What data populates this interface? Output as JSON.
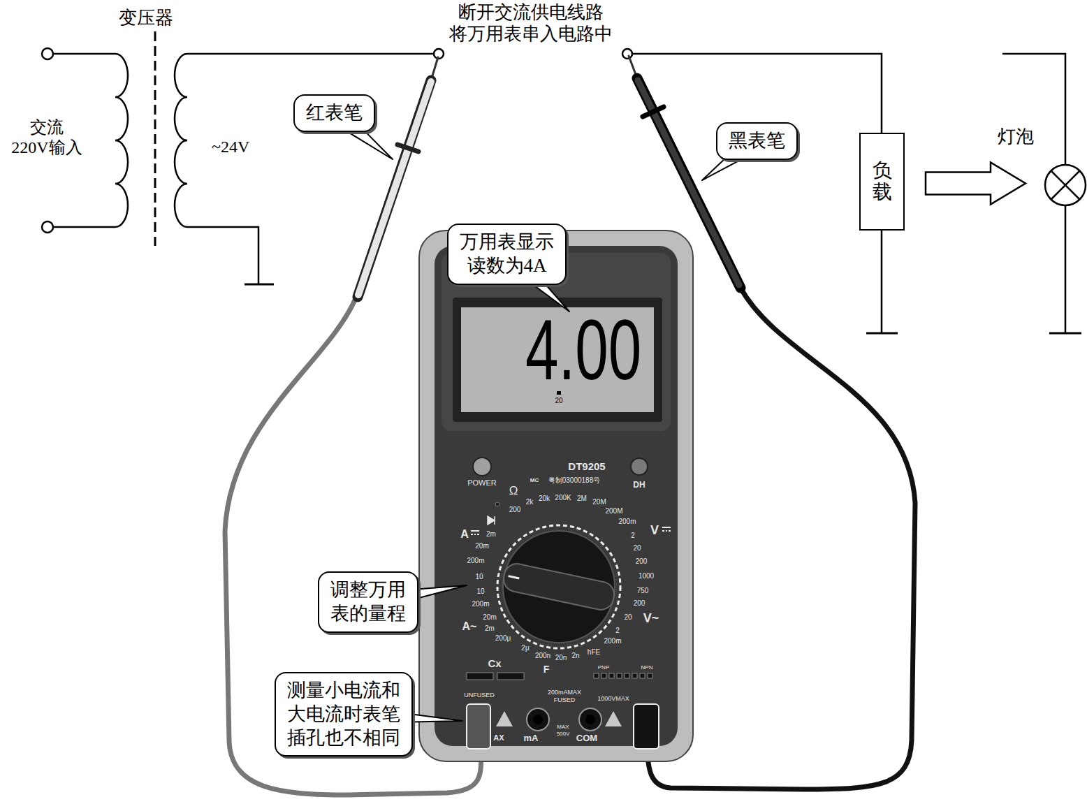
{
  "diagram": {
    "nodes": [
      {
        "text": [
          "红表笔"
        ]
      },
      {
        "text": [
          "黑表笔"
        ]
      },
      {
        "text": [
          "负载"
        ]
      },
      {
        "text": [
          "灯泡"
        ]
      },
      {
        "text": [
          "万用表显示 读数为4A"
        ]
      },
      {
        "text": [
          "调整万用 表的量程"
        ]
      },
      {
        "text": [
          "测量小电流和 大电流时表笔 插孔也不相同"
        ]
      }
    ],
    "edges": [
      {
        "from": 2,
        "to": 3,
        "arrow": "to"
      }
    ],
    "labels": [
      "变压器",
      "交流 220V输入",
      "~24V",
      "断开交流供电线路 将万用表串入电路中",
      "4.00",
      "20",
      "POWER",
      "DT9205",
      "DH",
      "MC",
      "粤制03000188号",
      "Ω",
      "200",
      "2k",
      "20k",
      "200K",
      "2M",
      "20M",
      "200M",
      "200m",
      "2",
      "20",
      "200",
      "1000",
      "750",
      "200",
      "20",
      "2",
      "200m",
      "2n",
      "20n",
      "200n",
      "2μ",
      "200μ",
      "2m",
      "20m",
      "200m",
      "10",
      "10",
      "200m",
      "20m",
      "2m",
      "V",
      "V~",
      "A",
      "A~",
      "hFE",
      "Cx",
      "F",
      "PNP",
      "NPN",
      "UNFUSED",
      "200mAMAX",
      "FUSED",
      "1000VMAX",
      "MAX",
      "500V",
      "AX",
      "mA",
      "COM"
    ]
  }
}
